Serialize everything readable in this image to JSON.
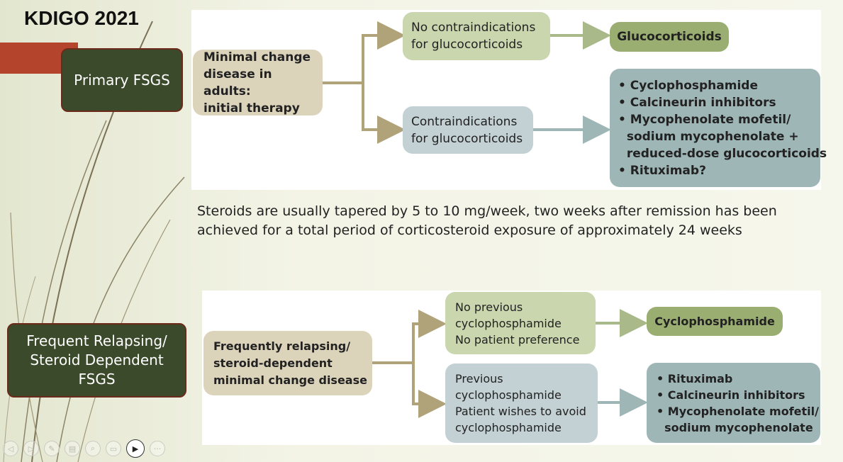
{
  "title": "KDIGO 2021",
  "side_labels": {
    "primary": "Primary FSGS",
    "frequent": "Frequent Relapsing/\nSteroid Dependent\nFSGS"
  },
  "flow1": {
    "start": "Minimal change\ndisease in adults:\ninitial therapy",
    "no_contra": "No contraindications\nfor glucocorticoids",
    "contra": "Contraindications\nfor glucocorticoids",
    "gluco": "Glucocorticoids",
    "options": [
      "• Cyclophosphamide",
      "• Calcineurin inhibitors",
      "• Mycophenolate mofetil/",
      "  sodium mycophenolate +",
      "  reduced-dose glucocorticoids",
      "• Rituximab?"
    ]
  },
  "note": "Steroids are usually tapered by 5 to 10 mg/week, two weeks after remission has been achieved for a total period of corticosteroid exposure of approximately 24 weeks",
  "flow2": {
    "start": "Frequently relapsing/\nsteroid-dependent\nminimal change disease",
    "no_prev": "No previous\ncyclophosphamide\nNo patient preference",
    "prev": "Previous\ncyclophosphamide\nPatient wishes to avoid\ncyclophosphamide",
    "cyclo": "Cyclophosphamide",
    "options": [
      "• Rituximab",
      "• Calcineurin inhibitors",
      "• Mycophenolate mofetil/",
      "  sodium mycophenolate"
    ]
  },
  "toolbar": [
    {
      "name": "prev-slide-button",
      "glyph": "◁"
    },
    {
      "name": "next-slide-button",
      "glyph": "▷"
    },
    {
      "name": "pen-tool-button",
      "glyph": "✎"
    },
    {
      "name": "slides-view-button",
      "glyph": "▤"
    },
    {
      "name": "zoom-button",
      "glyph": "⌕"
    },
    {
      "name": "subtitles-button",
      "glyph": "▭"
    },
    {
      "name": "camera-button",
      "glyph": "▶"
    },
    {
      "name": "more-options-button",
      "glyph": "···"
    }
  ],
  "colors": {
    "tan": "#dcd3bb",
    "sage": "#c9d6ae",
    "dark_sage": "#9aae72",
    "steel": "#c3d1d4",
    "dark_steel": "#9fb6b7",
    "arrow_tan": "#b0a37a",
    "arrow_steel": "#9fb6b7",
    "side_box": "#3b4a2b",
    "red_bar": "#b5442c"
  }
}
